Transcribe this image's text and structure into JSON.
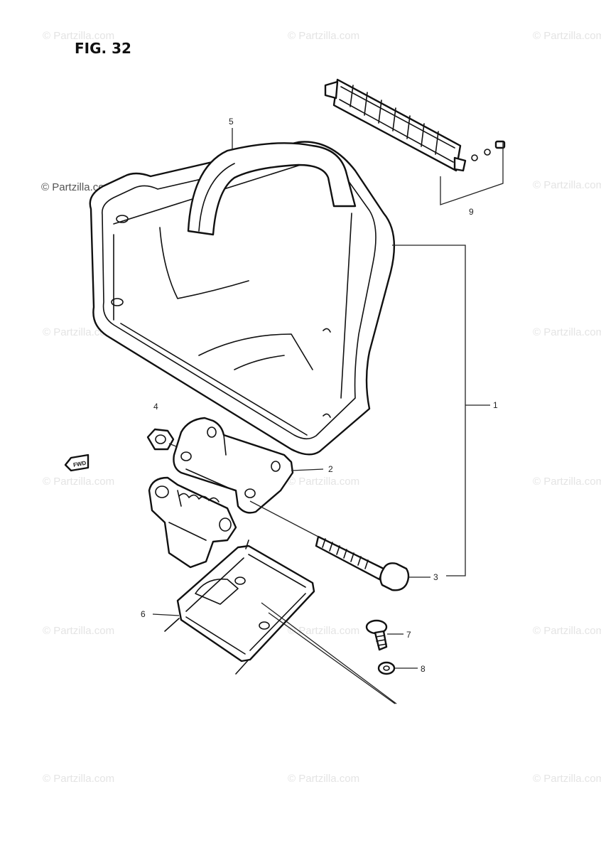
{
  "figure_label": "FIG. 32",
  "watermark_main": "© Partzilla.com",
  "watermark_tile": "© Partzilla.com",
  "fwd_label": "FWD",
  "callouts": {
    "headlight_housing": "5",
    "grille": "9",
    "assembly": "1",
    "nut": "4",
    "bracket": "2",
    "bolt": "3",
    "stay": "6",
    "screw": "7",
    "washer": "8"
  },
  "colors": {
    "line": "#111111",
    "watermark": "#e4e4e4"
  }
}
